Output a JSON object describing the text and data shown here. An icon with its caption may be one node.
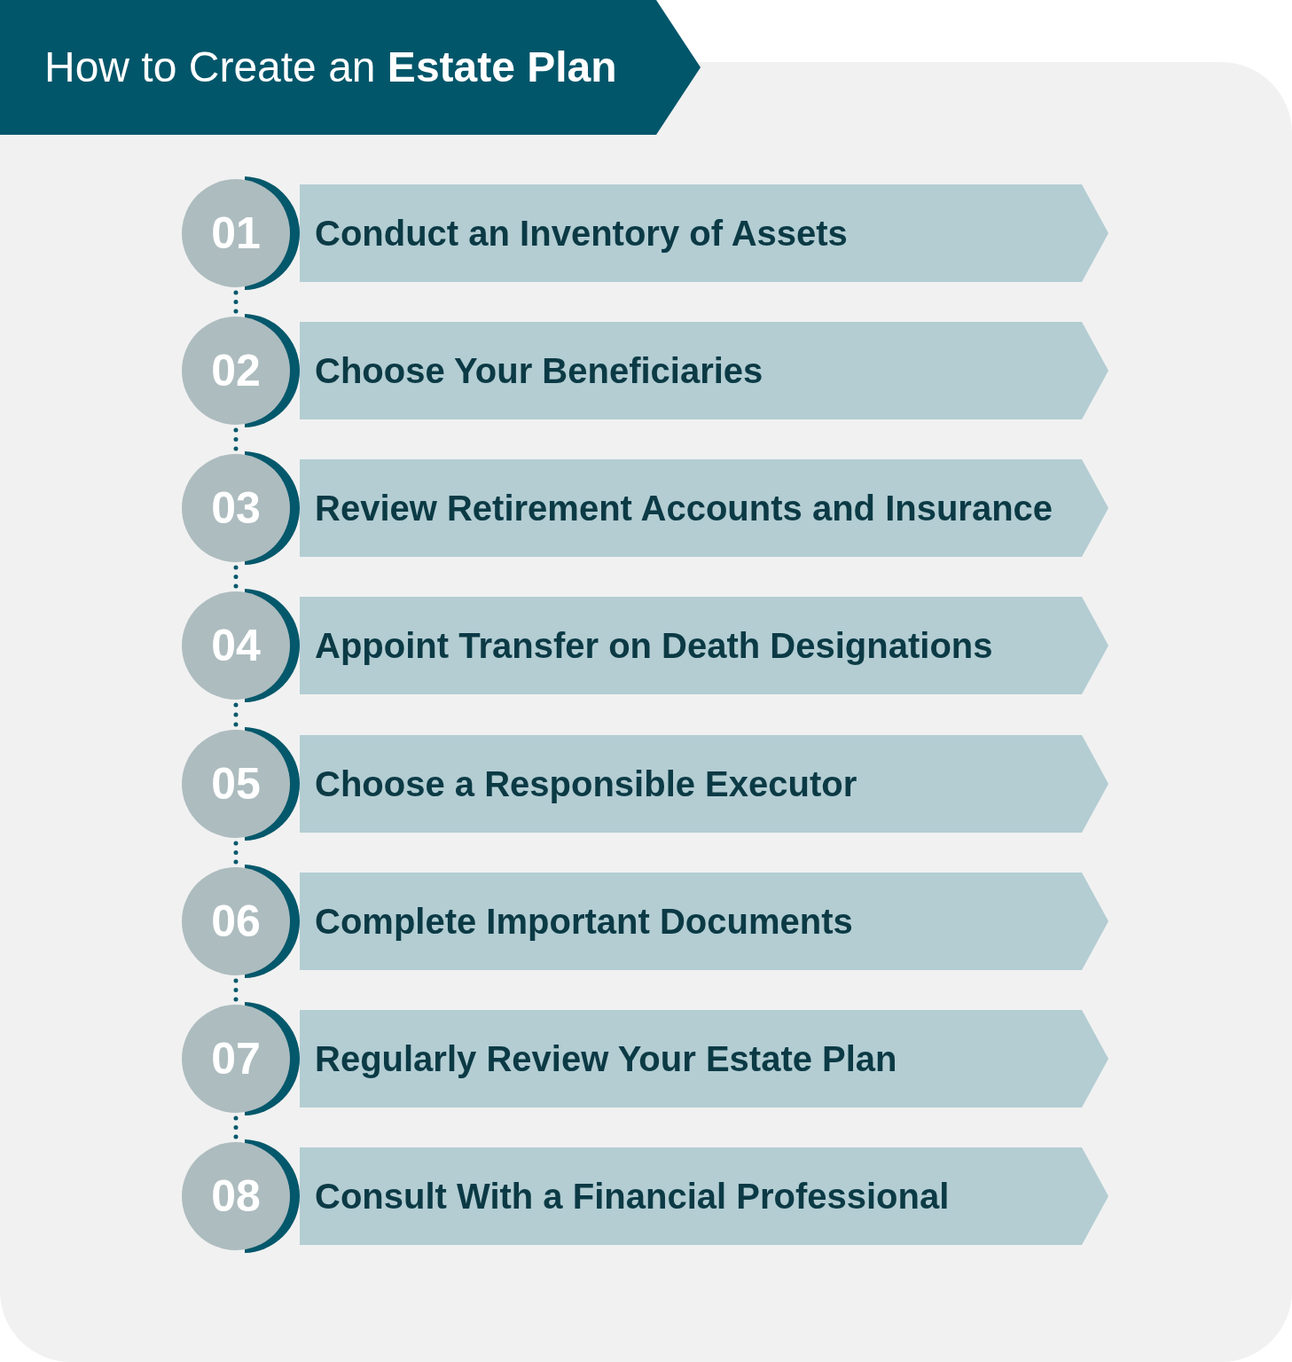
{
  "diagram": {
    "title": "How to Create an **Estate Plan**",
    "nodes": [
      {
        "text": [
          "01"
        ]
      },
      {
        "text": [
          "Conduct an Inventory of Assets"
        ]
      },
      {
        "text": [
          "02"
        ]
      },
      {
        "text": [
          "Choose Your Beneficiaries"
        ]
      },
      {
        "text": [
          "03"
        ]
      },
      {
        "text": [
          "Review Retirement Accounts and Insurance"
        ]
      },
      {
        "text": [
          "04"
        ]
      },
      {
        "text": [
          "Appoint Transfer on Death Designations"
        ]
      },
      {
        "text": [
          "05"
        ]
      },
      {
        "text": [
          "Choose a Responsible Executor"
        ]
      },
      {
        "text": [
          "06"
        ]
      },
      {
        "text": [
          "Complete Important Documents"
        ]
      },
      {
        "text": [
          "07"
        ]
      },
      {
        "text": [
          "Regularly Review Your Estate Plan"
        ]
      },
      {
        "text": [
          "08"
        ]
      },
      {
        "text": [
          "Consult With a Financial Professional"
        ]
      }
    ],
    "edges": [
      {
        "from": 0,
        "to": 2,
        "arrow": "none",
        "style": "dashed"
      },
      {
        "from": 2,
        "to": 4,
        "arrow": "none",
        "style": "dashed"
      },
      {
        "from": 4,
        "to": 6,
        "arrow": "none",
        "style": "dashed"
      },
      {
        "from": 6,
        "to": 8,
        "arrow": "none",
        "style": "dashed"
      },
      {
        "from": 8,
        "to": 10,
        "arrow": "none",
        "style": "dashed"
      },
      {
        "from": 10,
        "to": 12,
        "arrow": "none",
        "style": "dashed"
      },
      {
        "from": 12,
        "to": 14,
        "arrow": "none",
        "style": "dashed"
      }
    ]
  }
}
